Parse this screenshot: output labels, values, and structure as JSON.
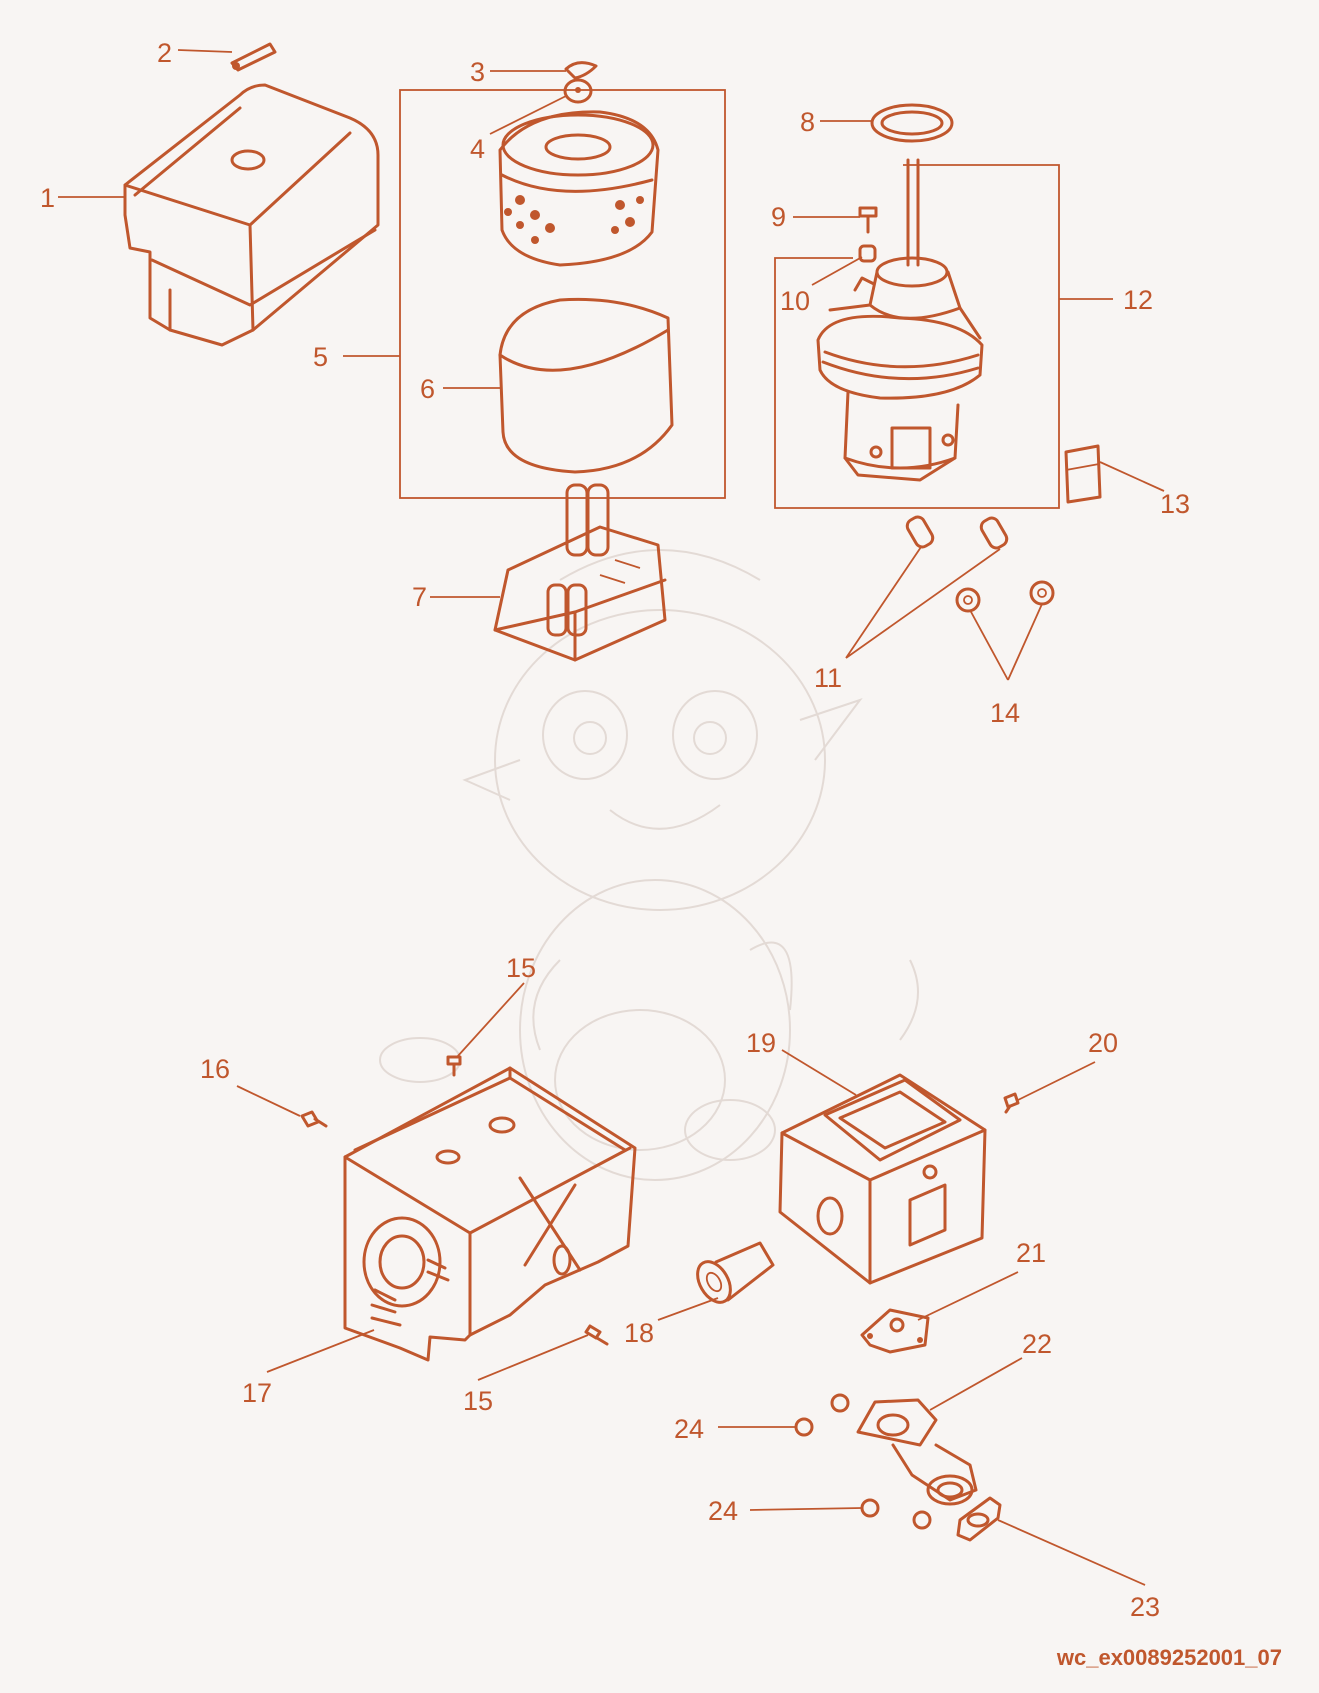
{
  "diagram": {
    "callouts": [
      "1",
      "2",
      "3",
      "4",
      "5",
      "6",
      "7",
      "8",
      "9",
      "10",
      "11",
      "12",
      "13",
      "14",
      "15",
      "15",
      "16",
      "17",
      "18",
      "19",
      "20",
      "21",
      "22",
      "23",
      "24",
      "24"
    ],
    "reference_code": "wc_ex0089252001_07",
    "colors": {
      "line": "#c0572d",
      "background": "#f8f5f3",
      "watermark": "#e3dad5"
    }
  }
}
